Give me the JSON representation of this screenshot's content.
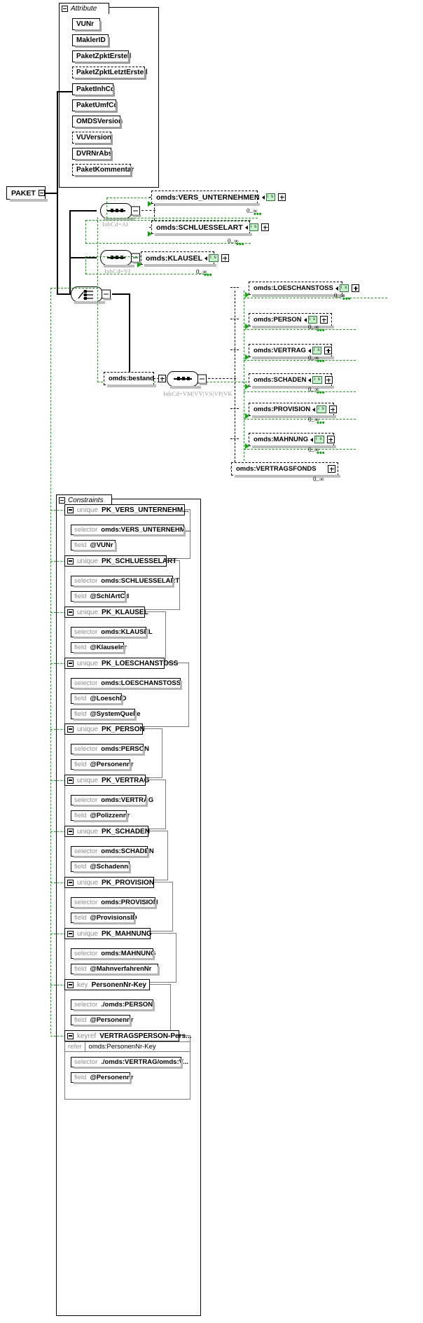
{
  "diagram": {
    "kind": "xml-schema-diagram",
    "root_element": "PAKET",
    "attribute_group_title": "Attribute",
    "constraints_group_title": "Constraints",
    "colors": {
      "selection": "#00b000",
      "badge_fill": "#c9f0cf",
      "badge_border": "#2a7a33",
      "shadow": "#bdbdbd",
      "muted_text": "#8d8d8d"
    }
  },
  "attributes": [
    {
      "name": "VUNr",
      "optional": false
    },
    {
      "name": "MaklerID",
      "optional": false
    },
    {
      "name": "PaketZpktErstell",
      "optional": false
    },
    {
      "name": "PaketZpktLetztErstell",
      "optional": true
    },
    {
      "name": "PaketInhCd",
      "optional": false
    },
    {
      "name": "PaketUmfCd",
      "optional": false
    },
    {
      "name": "OMDSVersion",
      "optional": false
    },
    {
      "name": "VUVersion",
      "optional": true
    },
    {
      "name": "DVRNrAbs",
      "optional": false
    },
    {
      "name": "PaketKommentar",
      "optional": true
    }
  ],
  "compositors": [
    {
      "id": "seq-ai",
      "type": "sequence",
      "annotation": "InhCd=AI"
    },
    {
      "id": "seq-vi",
      "type": "sequence",
      "annotation": "InhCd=VI"
    },
    {
      "id": "choice-root",
      "type": "choice",
      "annotation": ""
    },
    {
      "id": "seq-bestand",
      "type": "sequence",
      "annotation": "InhCd=VM|VV|VS|VP|VK"
    }
  ],
  "branches": {
    "ai": [
      {
        "name": "omds:VERS_UNTERNEHMEN",
        "badge": "i s",
        "cardinality": "0..∞",
        "expandable": true
      },
      {
        "name": "omds:SCHLUESSELART",
        "badge": "i s",
        "cardinality": "0..∞",
        "expandable": true
      }
    ],
    "vi": [
      {
        "name": "omds:KLAUSEL",
        "badge": "i s",
        "cardinality": "0..∞",
        "expandable": true
      }
    ],
    "bestand_parent": {
      "name": "omds:bestand",
      "badge": "",
      "cardinality": "",
      "expandable": false
    },
    "bestand": [
      {
        "name": "omds:LOESCHANSTOSS",
        "badge": "i s",
        "cardinality": "0..∞",
        "expandable": true
      },
      {
        "name": "omds:PERSON",
        "badge": "i s",
        "cardinality": "0..∞",
        "expandable": true
      },
      {
        "name": "omds:VERTRAG",
        "badge": "i s",
        "cardinality": "0..∞",
        "expandable": true
      },
      {
        "name": "omds:SCHADEN",
        "badge": "i s",
        "cardinality": "0..∞",
        "expandable": true
      },
      {
        "name": "omds:PROVISION",
        "badge": "i s",
        "cardinality": "0..∞",
        "expandable": true
      },
      {
        "name": "omds:MAHNUNG",
        "badge": "i s",
        "cardinality": "0..∞",
        "expandable": true
      },
      {
        "name": "omds:VERTRAGSFONDS",
        "badge": "",
        "cardinality": "0..∞",
        "expandable": true
      }
    ]
  },
  "constraints": [
    {
      "kind": "unique",
      "name": "PK_VERS_UNTERNEHM...",
      "refer": null,
      "selector": "omds:VERS_UNTERNEHM...",
      "fields": [
        "@VUNr"
      ]
    },
    {
      "kind": "unique",
      "name": "PK_SCHLUESSELART",
      "refer": null,
      "selector": "omds:SCHLUESSELART",
      "fields": [
        "@SchlArtCd"
      ]
    },
    {
      "kind": "unique",
      "name": "PK_KLAUSEL",
      "refer": null,
      "selector": "omds:KLAUSEL",
      "fields": [
        "@Klauselnr"
      ]
    },
    {
      "kind": "unique",
      "name": "PK_LOESCHANSTOSS",
      "refer": null,
      "selector": "omds:LOESCHANSTOSS",
      "fields": [
        "@LoeschID",
        "@SystemQuelle"
      ]
    },
    {
      "kind": "unique",
      "name": "PK_PERSON",
      "refer": null,
      "selector": "omds:PERSON",
      "fields": [
        "@Personennr"
      ]
    },
    {
      "kind": "unique",
      "name": "PK_VERTRAG",
      "refer": null,
      "selector": "omds:VERTRAG",
      "fields": [
        "@Polizzennr"
      ]
    },
    {
      "kind": "unique",
      "name": "PK_SCHADEN",
      "refer": null,
      "selector": "omds:SCHADEN",
      "fields": [
        "@Schadennr"
      ]
    },
    {
      "kind": "unique",
      "name": "PK_PROVISION",
      "refer": null,
      "selector": "omds:PROVISION",
      "fields": [
        "@ProvisionsID"
      ]
    },
    {
      "kind": "unique",
      "name": "PK_MAHNUNG",
      "refer": null,
      "selector": "omds:MAHNUNG",
      "fields": [
        "@MahnverfahrenNr"
      ]
    },
    {
      "kind": "key",
      "name": "PersonenNr-Key",
      "refer": null,
      "selector": "./omds:PERSON",
      "fields": [
        "@Personennr"
      ]
    },
    {
      "kind": "keyref",
      "name": "VERTRAGSPERSON-Pers...",
      "refer": "omds:PersonenNr-Key",
      "selector": "./omds:VERTRAG/omds:V...",
      "fields": [
        "@Personennr"
      ]
    }
  ],
  "labels": {
    "selector_kw": "selector",
    "field_kw": "field",
    "refer_kw": "refer"
  }
}
